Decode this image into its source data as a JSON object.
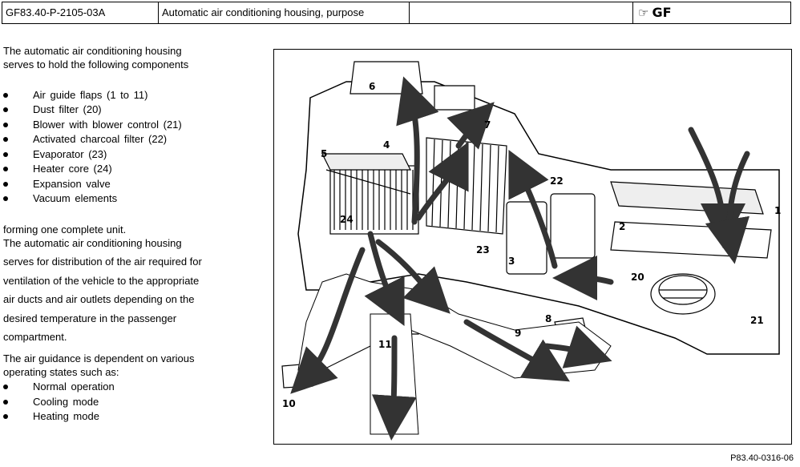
{
  "header": {
    "doc_id": "GF83.40-P-2105-03A",
    "title": "Automatic air conditioning housing, purpose",
    "empty": "",
    "gf_label": "GF",
    "gf_icon": "pointing-hand-icon"
  },
  "intro": {
    "line1": "The automatic air conditioning housing",
    "line2": "serves to hold the following components"
  },
  "components": [
    "Air guide flaps (1 to 11)",
    "Dust filter (20)",
    "Blower with blower control (21)",
    "Activated charcoal filter (22)",
    "Evaporator (23)",
    "Heater core (24)",
    "Expansion valve",
    "Vacuum elements"
  ],
  "para2": {
    "line1": "forming one complete unit.",
    "line2": "The automatic air conditioning housing",
    "line3": "serves for distribution of the air required for",
    "line4": "ventilation of the vehicle to the appropriate",
    "line5": "air ducts and air outlets depending on the",
    "line6": "desired temperature in the passenger",
    "line7": "compartment."
  },
  "para3": {
    "line1": "The air guidance is dependent on various",
    "line2": "operating states such as:"
  },
  "modes": [
    "Normal operation",
    "Cooling mode",
    "Heating mode"
  ],
  "figure": {
    "id": "P83.40-0316-06",
    "labels": [
      "1",
      "2",
      "3",
      "4",
      "5",
      "6",
      "7",
      "8",
      "9",
      "10",
      "11",
      "20",
      "21",
      "22",
      "23",
      "24"
    ]
  }
}
